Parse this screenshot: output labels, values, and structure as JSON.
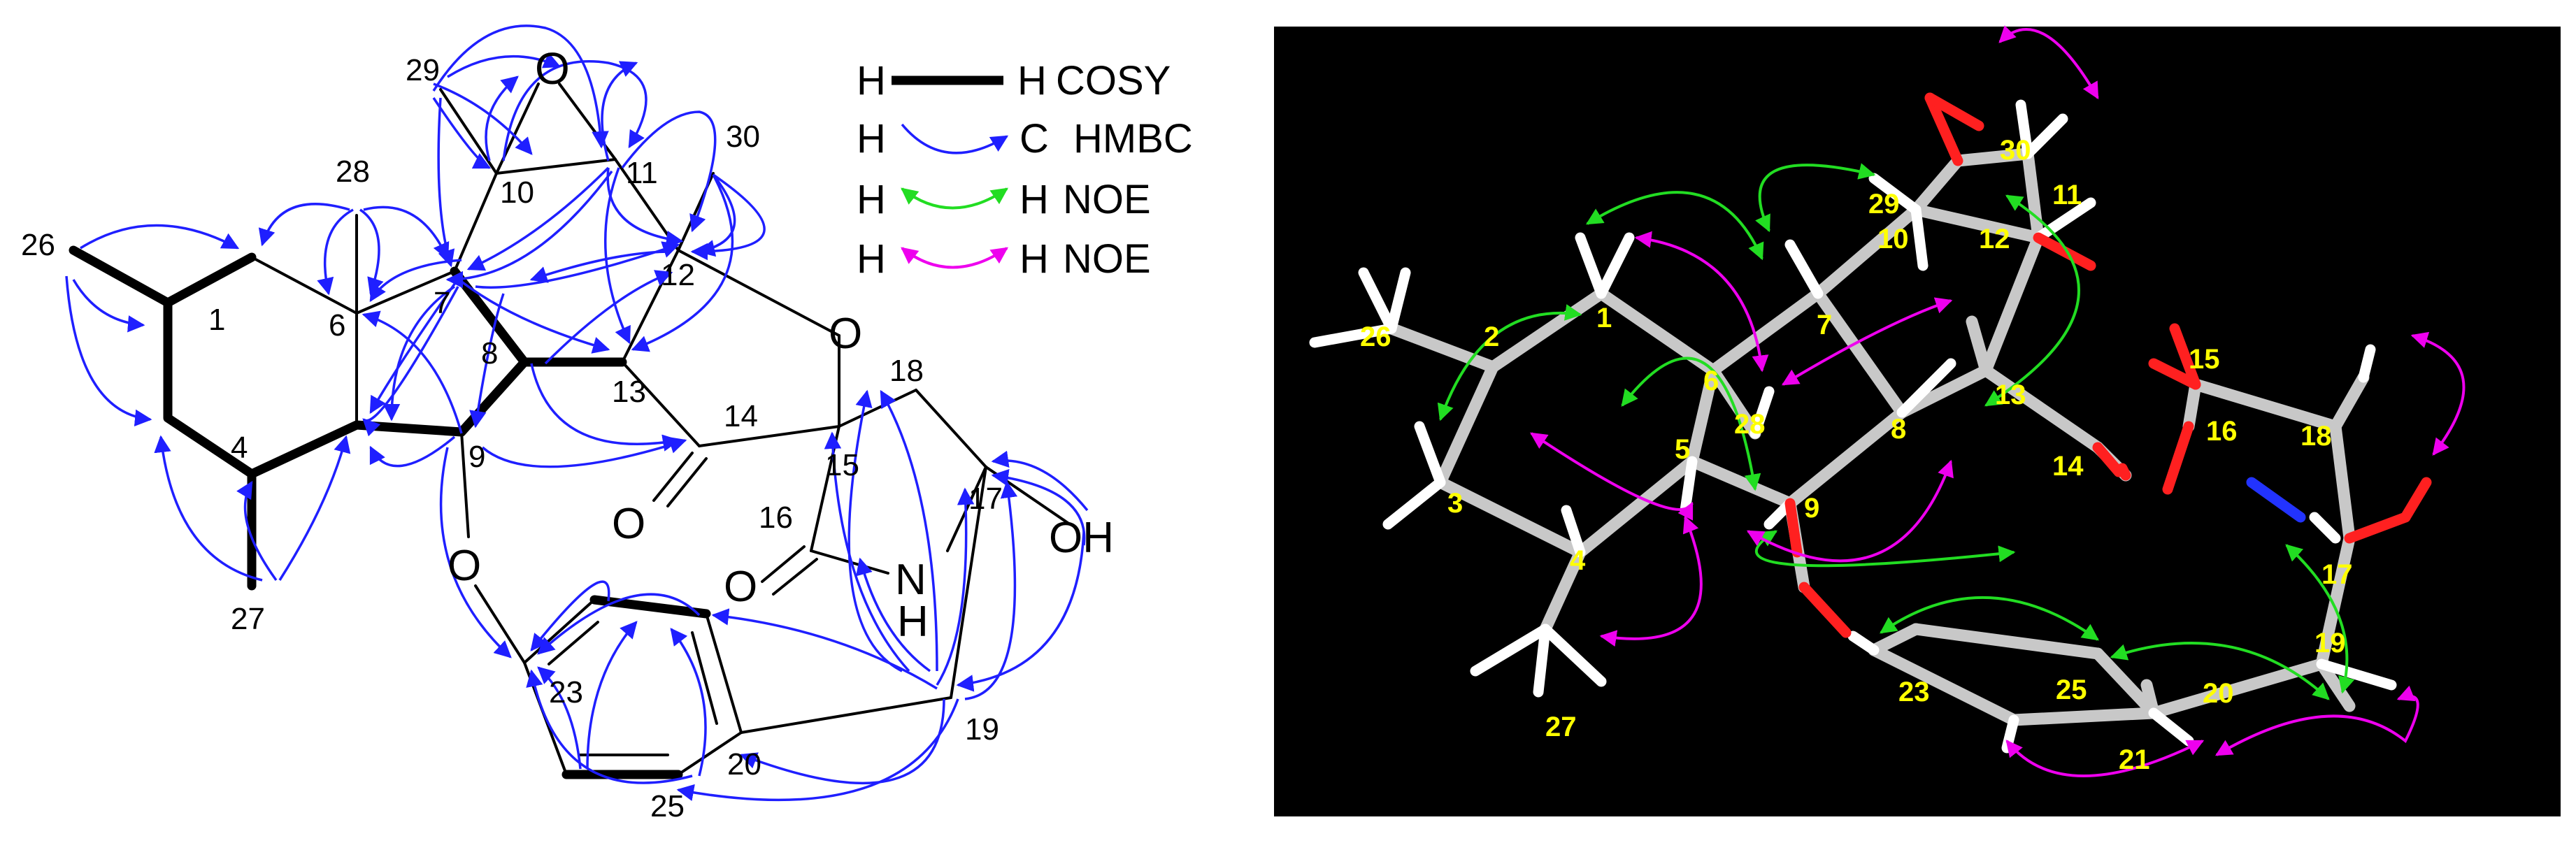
{
  "colors": {
    "bond": "#000000",
    "hmbc": "#1f1fff",
    "noe_green": "#22dd22",
    "noe_magenta": "#ee00ee",
    "panel_bg": "#000000",
    "stick": "#c8c8c8",
    "oxygen": "#ff2020",
    "nitrogen": "#2233ff",
    "hydrogen": "#ffffff",
    "label_yellow": "#ffff00"
  },
  "legend": {
    "cosy": {
      "h1": "H",
      "h2": "H",
      "label": "COSY"
    },
    "hmbc": {
      "h1": "H",
      "h2": "C",
      "label": "HMBC"
    },
    "noe1": {
      "h1": "H",
      "h2": "H",
      "label": "NOE"
    },
    "noe2": {
      "h1": "H",
      "h2": "H",
      "label": "NOE"
    }
  },
  "structure": {
    "atom_labels": {
      "o_epoxide": "O",
      "o_ring": "O",
      "o_ether": "O",
      "o_ketone": "O",
      "o_amide": "O",
      "oh": "OH",
      "n": "N",
      "nh_h": "H"
    },
    "numbers": {
      "n1": "1",
      "n4": "4",
      "n6": "6",
      "n7": "7",
      "n8": "8",
      "n9": "9",
      "n10": "10",
      "n11": "11",
      "n12": "12",
      "n13": "13",
      "n14": "14",
      "n15": "15",
      "n16": "16",
      "n17": "17",
      "n18": "18",
      "n19": "19",
      "n20": "20",
      "n23": "23",
      "n25": "25",
      "n26": "26",
      "n27": "27",
      "n28": "28",
      "n29": "29",
      "n30": "30"
    }
  },
  "model_3d": {
    "labels": {
      "m1": "1",
      "m2": "2",
      "m3": "3",
      "m4": "4",
      "m5": "5",
      "m6": "6",
      "m7": "7",
      "m8": "8",
      "m9": "9",
      "m10": "10",
      "m11": "11",
      "m12": "12",
      "m13": "13",
      "m14": "14",
      "m15": "15",
      "m16": "16",
      "m17": "17",
      "m18": "18",
      "m19": "19",
      "m20": "20",
      "m21": "21",
      "m23": "23",
      "m25": "25",
      "m26": "26",
      "m27": "27",
      "m28": "28",
      "m29": "29",
      "m30": "30"
    }
  }
}
